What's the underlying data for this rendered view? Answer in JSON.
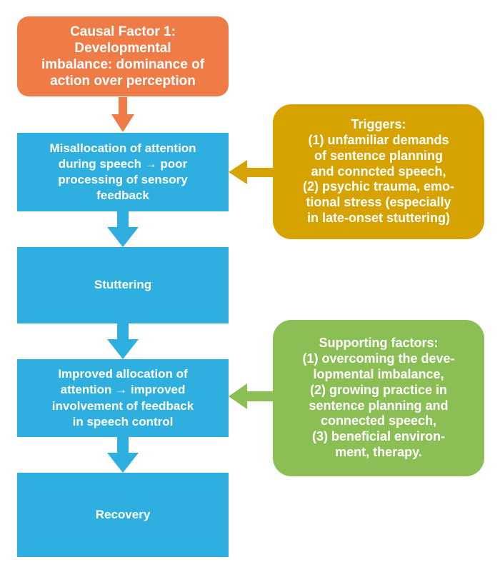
{
  "nodes": {
    "causal_factor": "Causal Factor 1:\nDevelopmental\nimbalance: dominance of\naction over perception",
    "misallocation": "Misallocation of attention\nduring speech → poor\nprocessing of sensory\nfeedback",
    "stuttering": "Stuttering",
    "improved_allocation": "Improved allocation of\nattention → improved\ninvolvement of feedback\nin speech control",
    "recovery": "Recovery",
    "triggers": "Triggers:\n(1) unfamiliar demands\nof sentence planning\nand conncted speech,\n(2) psychic trauma, emo-\ntional stress (especially\nin late-onset  stuttering)",
    "supporting_factors": "Supporting factors:\n(1) overcoming the deve-\nlopmental imbalance,\n(2) growing practice in\nsentence planning and\nconnected speech,\n(3) beneficial environ-\nment, therapy."
  },
  "colors": {
    "orange": "#ef7b47",
    "blue": "#2fafdf",
    "gold": "#d5a200",
    "green": "#8bbf56"
  }
}
